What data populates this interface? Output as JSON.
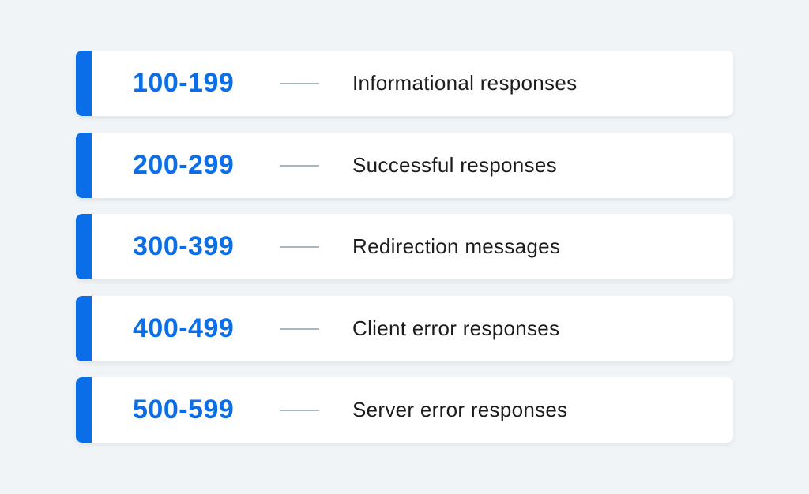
{
  "colors": {
    "background": "#f1f4f6",
    "accent": "#0a6ee8",
    "card": "#ffffff",
    "dash": "#a8b8c2",
    "text": "#1c1c1c"
  },
  "items": [
    {
      "range": "100-199",
      "label": "Informational responses"
    },
    {
      "range": "200-299",
      "label": "Successful responses"
    },
    {
      "range": "300-399",
      "label": "Redirection messages"
    },
    {
      "range": "400-499",
      "label": "Client error responses"
    },
    {
      "range": "500-599",
      "label": "Server error responses"
    }
  ]
}
